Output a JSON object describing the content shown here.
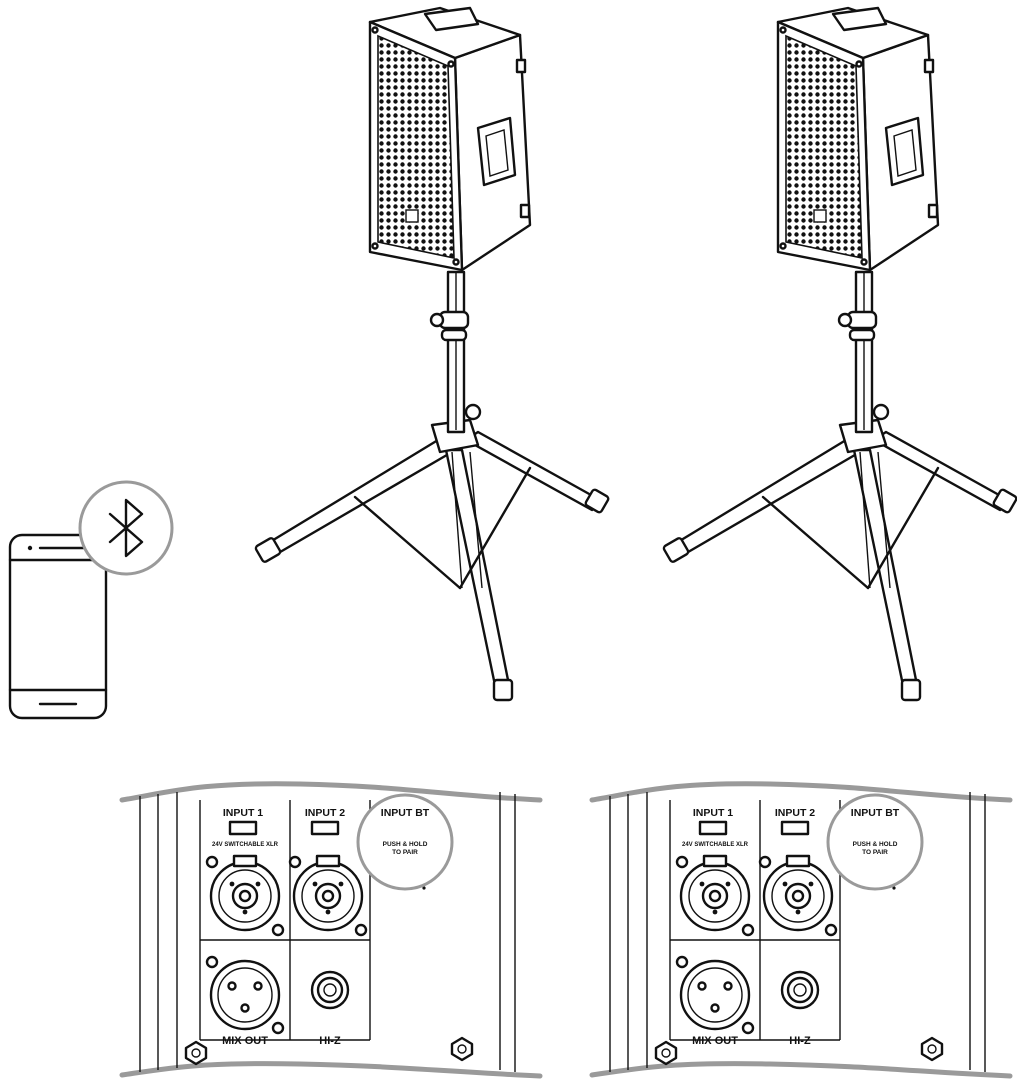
{
  "panel": {
    "input1": "INPUT 1",
    "input2": "INPUT 2",
    "inputbt": "INPUT BT",
    "xlr_note": "24V SWITCHABLE XLR",
    "pair_line1": "PUSH & HOLD",
    "pair_line2": "TO PAIR",
    "mixout": "MIX OUT",
    "hiz": "HI-Z"
  },
  "icons": {
    "phone": "smartphone-icon",
    "bluetooth": "bluetooth-icon"
  },
  "colors": {
    "line": "#111111",
    "highlight_circle": "#9a9a9a"
  }
}
